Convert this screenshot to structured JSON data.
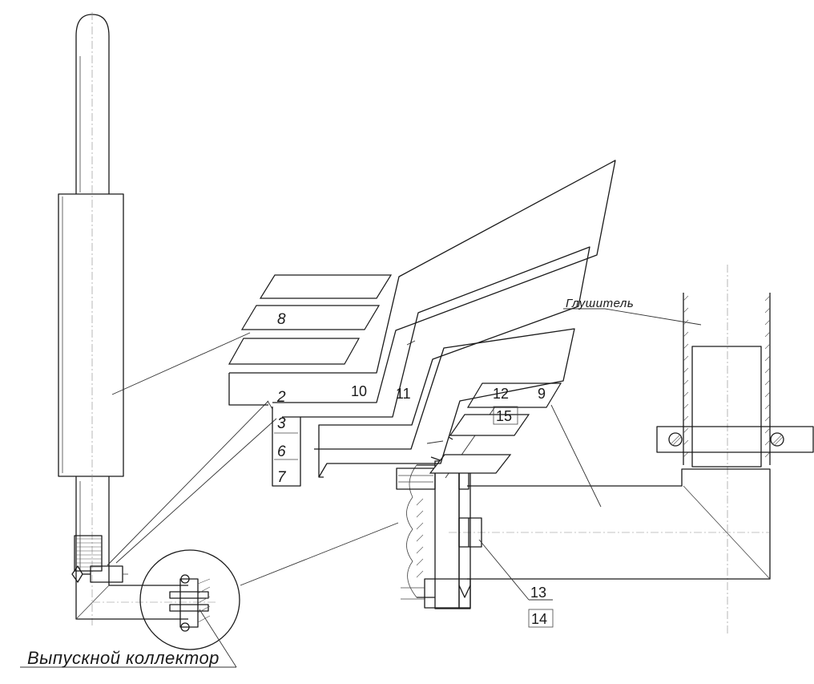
{
  "labels": {
    "exhaust_manifest": "Выпускной коллектор",
    "muffler": "Глушитель",
    "p2": "2",
    "p3": "3",
    "p6": "6",
    "p7": "7",
    "p8": "8",
    "p9": "9",
    "p10": "10",
    "p11": "11",
    "p12": "12",
    "p13": "13",
    "p14": "14",
    "p15": "15"
  }
}
